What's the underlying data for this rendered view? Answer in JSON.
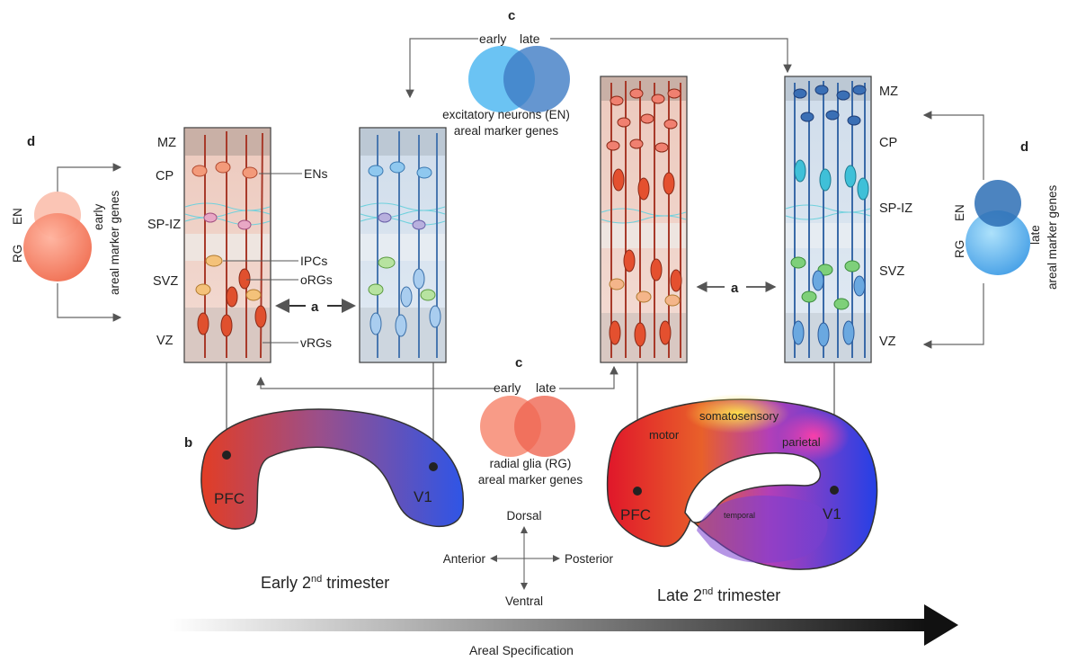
{
  "panel_letters": {
    "a": "a",
    "b": "b",
    "c": "c",
    "d": "d"
  },
  "layers": {
    "mz": "MZ",
    "cp": "CP",
    "sp_iz": "SP-IZ",
    "svz": "SVZ",
    "vz": "VZ"
  },
  "cell_types": {
    "ens": "ENs",
    "ipcs": "IPCs",
    "orgs": "oRGs",
    "vrgs": "vRGs"
  },
  "timing": {
    "early": "early",
    "late": "late"
  },
  "venn_en": {
    "line1": "excitatory neurons (EN)",
    "line2": "areal marker genes"
  },
  "venn_rg": {
    "line1": "radial glia (RG)",
    "line2": "areal marker genes"
  },
  "left_venn": {
    "en": "EN",
    "rg": "RG",
    "timing": "early",
    "caption": "areal marker genes"
  },
  "right_venn": {
    "en": "EN",
    "rg": "RG",
    "timing": "late",
    "caption": "areal marker genes"
  },
  "regions": {
    "pfc": "PFC",
    "v1": "V1",
    "motor": "motor",
    "somatosensory": "somatosensory",
    "parietal": "parietal",
    "temporal": "temporal"
  },
  "compass": {
    "dorsal": "Dorsal",
    "ventral": "Ventral",
    "anterior": "Anterior",
    "posterior": "Posterior"
  },
  "stage_early": {
    "prefix": "Early 2",
    "sup": "nd",
    "suffix": " trimester"
  },
  "stage_late": {
    "prefix": "Late 2",
    "sup": "nd",
    "suffix": " trimester"
  },
  "axis_label": "Areal Specification",
  "colors": {
    "rg_orange": "#f2826a",
    "en_blue": "#4a8fd6",
    "dark_red": "#b83226",
    "accent_blue": "#3a6fc9"
  }
}
